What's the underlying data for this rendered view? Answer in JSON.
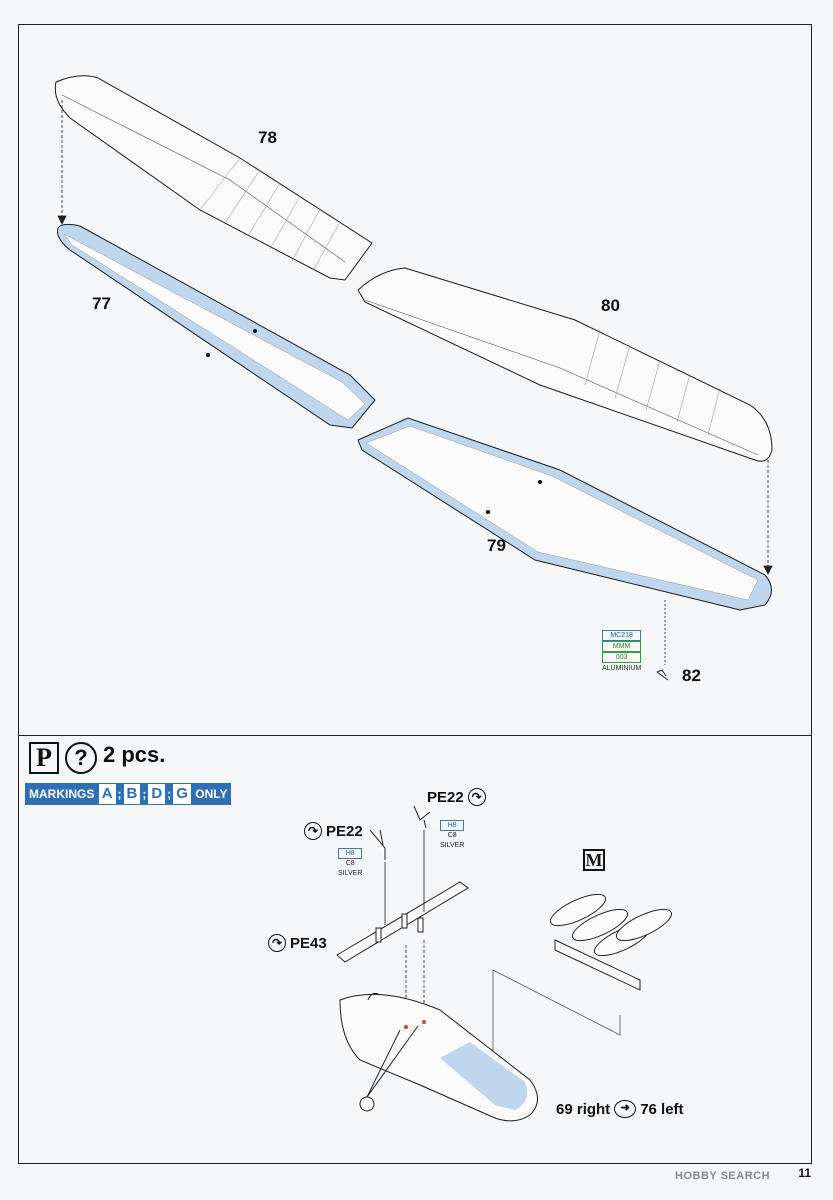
{
  "parts": {
    "p78": "78",
    "p77": "77",
    "p80": "80",
    "p79": "79",
    "p82": "82"
  },
  "paint_aluminium": {
    "code1": "MC218",
    "code2": "MMM",
    "code3": "003",
    "name": "ALUMINIUM"
  },
  "step_p": {
    "letter": "P",
    "question": "?",
    "pcs": "2 pcs."
  },
  "markings": {
    "label": "MARKINGS",
    "letters": [
      "A",
      "B",
      "D",
      "G"
    ],
    "suffix": "ONLY"
  },
  "photoetch": {
    "pe22_left": "PE22",
    "pe22_right": "PE22",
    "pe43": "PE43"
  },
  "paint_silver": {
    "code1": "H8",
    "code2": "C8",
    "name": "SILVER"
  },
  "m_box": "M",
  "step_ref": {
    "left_text": "69 right",
    "right_text": "76 left"
  },
  "page_number": "11",
  "watermark": "HOBBY SEARCH",
  "colors": {
    "primer_blue": "#bfd6ef",
    "markings_blue": "#2f6fb5",
    "line": "#1b1b1b"
  }
}
